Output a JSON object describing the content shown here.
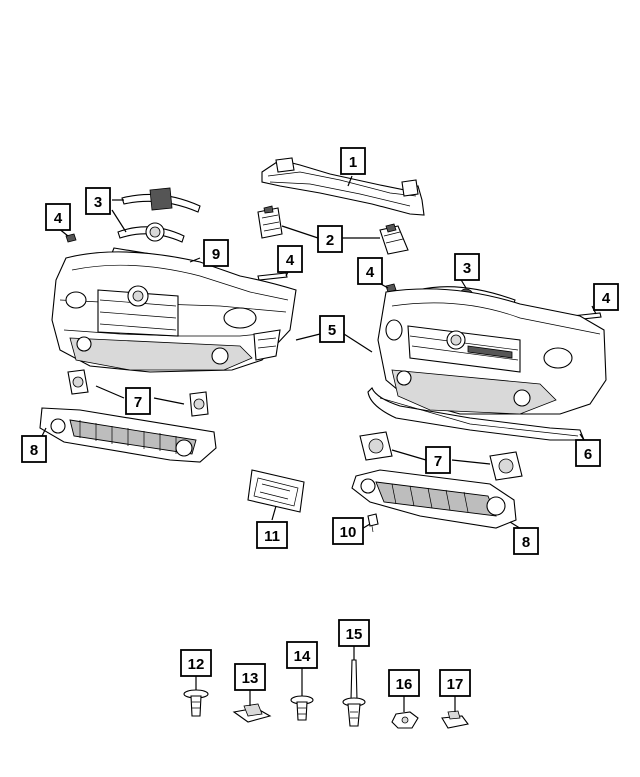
{
  "callouts": [
    {
      "id": "c1",
      "label": "1"
    },
    {
      "id": "c2",
      "label": "2"
    },
    {
      "id": "c3a",
      "label": "3"
    },
    {
      "id": "c3b",
      "label": "3"
    },
    {
      "id": "c4a",
      "label": "4"
    },
    {
      "id": "c4b",
      "label": "4"
    },
    {
      "id": "c4c",
      "label": "4"
    },
    {
      "id": "c4d",
      "label": "4"
    },
    {
      "id": "c5",
      "label": "5"
    },
    {
      "id": "c6",
      "label": "6"
    },
    {
      "id": "c7a",
      "label": "7"
    },
    {
      "id": "c7b",
      "label": "7"
    },
    {
      "id": "c8a",
      "label": "8"
    },
    {
      "id": "c8b",
      "label": "8"
    },
    {
      "id": "c9",
      "label": "9"
    },
    {
      "id": "c10",
      "label": "10"
    },
    {
      "id": "c11",
      "label": "11"
    },
    {
      "id": "c12",
      "label": "12"
    },
    {
      "id": "c13",
      "label": "13"
    },
    {
      "id": "c14",
      "label": "14"
    },
    {
      "id": "c15",
      "label": "15"
    },
    {
      "id": "c16",
      "label": "16"
    },
    {
      "id": "c17",
      "label": "17"
    }
  ],
  "colors": {
    "line": "#000000",
    "background": "#ffffff",
    "shade": "#d9d9d9"
  }
}
